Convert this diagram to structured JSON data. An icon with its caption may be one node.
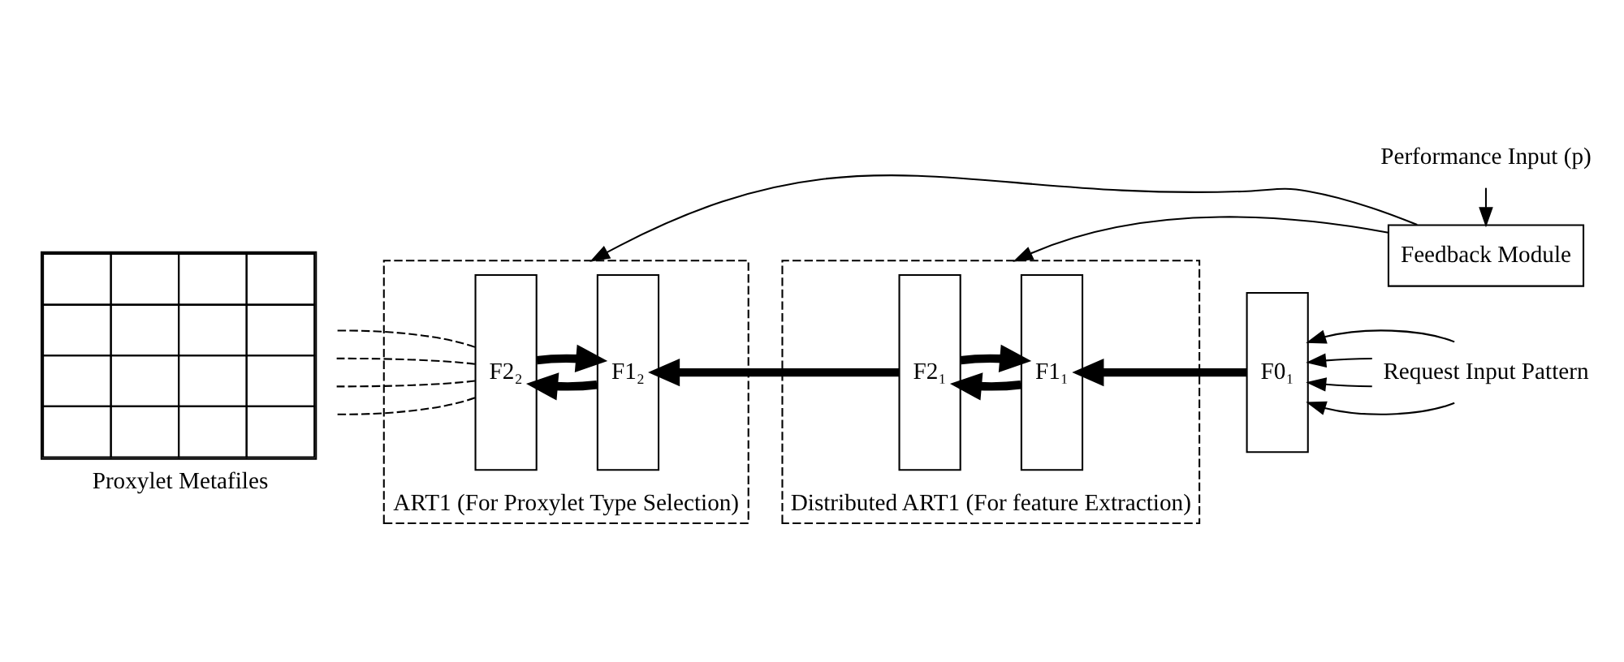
{
  "diagram": {
    "nodes": [
      {
        "text": [
          "Performance Input (p)"
        ]
      },
      {
        "text": [
          "Feedback Module"
        ]
      },
      {
        "text": [
          "ART1 (For Proxylet Type Selection)"
        ]
      },
      {
        "text": [
          "F2₂"
        ],
        "in": 2
      },
      {
        "text": [
          "F1₂"
        ],
        "in": 2
      },
      {
        "text": [
          "Distributed ART1 (For feature Extraction)"
        ]
      },
      {
        "text": [
          "F2₁"
        ],
        "in": 5
      },
      {
        "text": [
          "F1₁"
        ],
        "in": 5
      },
      {
        "text": [
          "F0₁"
        ]
      },
      {
        "text": [
          "Request Input Pattern"
        ]
      },
      {
        "text": [
          "Proxylet Metafiles"
        ]
      }
    ],
    "edges": [
      {
        "from": 0,
        "to": 1,
        "arrow": "to"
      },
      {
        "from": 1,
        "to": 2,
        "arrow": "to"
      },
      {
        "from": 1,
        "to": 5,
        "arrow": "to"
      },
      {
        "from": 4,
        "to": 3,
        "arrow": "to",
        "style": "thick"
      },
      {
        "from": 3,
        "to": 4,
        "arrow": "to",
        "style": "thick"
      },
      {
        "from": 6,
        "to": 4,
        "arrow": "to",
        "style": "thick"
      },
      {
        "from": 7,
        "to": 6,
        "arrow": "to",
        "style": "thick"
      },
      {
        "from": 6,
        "to": 7,
        "arrow": "to",
        "style": "thick"
      },
      {
        "from": 8,
        "to": 7,
        "arrow": "to",
        "style": "thick"
      },
      {
        "from": 9,
        "to": 8,
        "arrow": "to"
      },
      {
        "from": 9,
        "to": 8,
        "arrow": "to"
      },
      {
        "from": 9,
        "to": 8,
        "arrow": "to"
      },
      {
        "from": 9,
        "to": 8,
        "arrow": "to"
      },
      {
        "from": 3,
        "to": 10,
        "arrow": "none",
        "style": "dashed"
      },
      {
        "from": 3,
        "to": 10,
        "arrow": "none",
        "style": "dashed"
      },
      {
        "from": 3,
        "to": 10,
        "arrow": "none",
        "style": "dashed"
      },
      {
        "from": 3,
        "to": 10,
        "arrow": "none",
        "style": "dashed"
      }
    ]
  }
}
